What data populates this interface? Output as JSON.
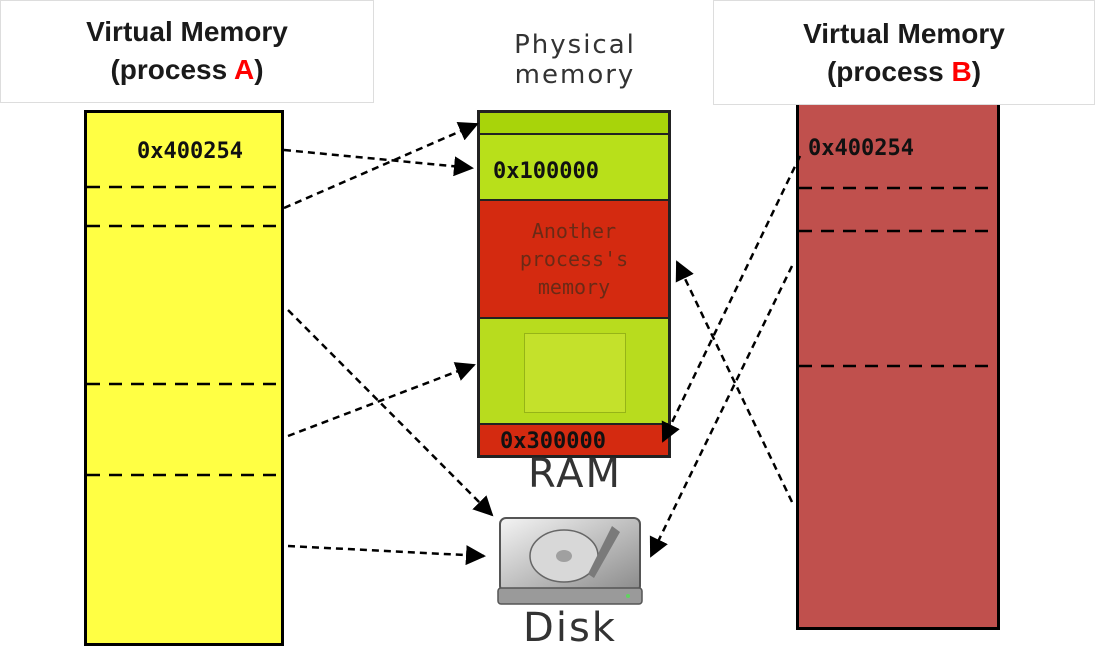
{
  "process_a": {
    "title": "Virtual Memory",
    "subtitle_prefix": "(process ",
    "letter": "A",
    "subtitle_suffix": ")",
    "address": "0x400254",
    "fill": "#ffff44"
  },
  "process_b": {
    "title": "Virtual Memory",
    "subtitle_prefix": "(process ",
    "letter": "B",
    "subtitle_suffix": ")",
    "address": "0x400254",
    "fill": "#c0504d"
  },
  "physical": {
    "title_line1": "Physical",
    "title_line2": "memory",
    "address_top": "0x100000",
    "other_line1": "Another",
    "other_line2": "process's",
    "other_line3": "memory",
    "address_bottom": "0x300000",
    "ram_label": "RAM",
    "green": "#a8d40a",
    "red": "#d42a10"
  },
  "disk": {
    "label": "Disk"
  },
  "accent_letter_color": "#ff0000"
}
